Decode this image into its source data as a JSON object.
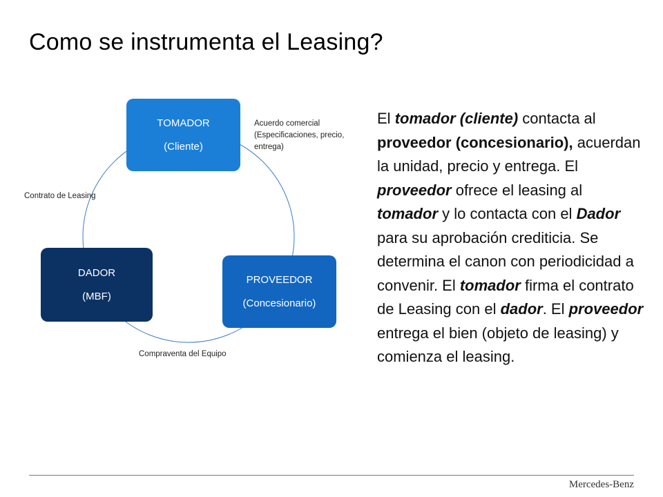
{
  "slide": {
    "title": "Como se instrumenta el Leasing?"
  },
  "diagram": {
    "nodes": {
      "tomador": {
        "line1": "TOMADOR",
        "line2": "(Cliente)",
        "color": "#1b7fd8"
      },
      "proveedor": {
        "line1": "PROVEEDOR",
        "line2": "(Concesionario)",
        "color": "#1266c0"
      },
      "dador": {
        "line1": "DADOR",
        "line2": "(MBF)",
        "color": "#0b3263"
      }
    },
    "edges": {
      "acuerdo": {
        "line1": "Acuerdo comercial",
        "line2": "(Especificaciones, precio,",
        "line3": "entrega)"
      },
      "contrato": "Contrato de Leasing",
      "compraventa": "Compraventa del Equipo"
    },
    "cycle_color": "#3a7cc0"
  },
  "body": {
    "s1": "El ",
    "s2": "tomador (cliente)",
    "s3": " contacta al ",
    "s4": "proveedor (concesionario),",
    "s5": " acuerdan la unidad, precio  y entrega. El ",
    "s6": "proveedor",
    "s7": " ofrece el leasing al ",
    "s8": "tomador",
    "s9": " y lo contacta con el ",
    "s10": "Dador",
    "s11": " para su aprobación crediticia. Se determina el canon con periodicidad a convenir. El ",
    "s12": "tomador",
    "s13": " firma el contrato de Leasing con el ",
    "s14": "dador",
    "s15": ". El ",
    "s16": "proveedor",
    "s17": " entrega el bien (objeto de leasing) y comienza el leasing."
  },
  "footer": {
    "brand": "Mercedes-Benz"
  }
}
